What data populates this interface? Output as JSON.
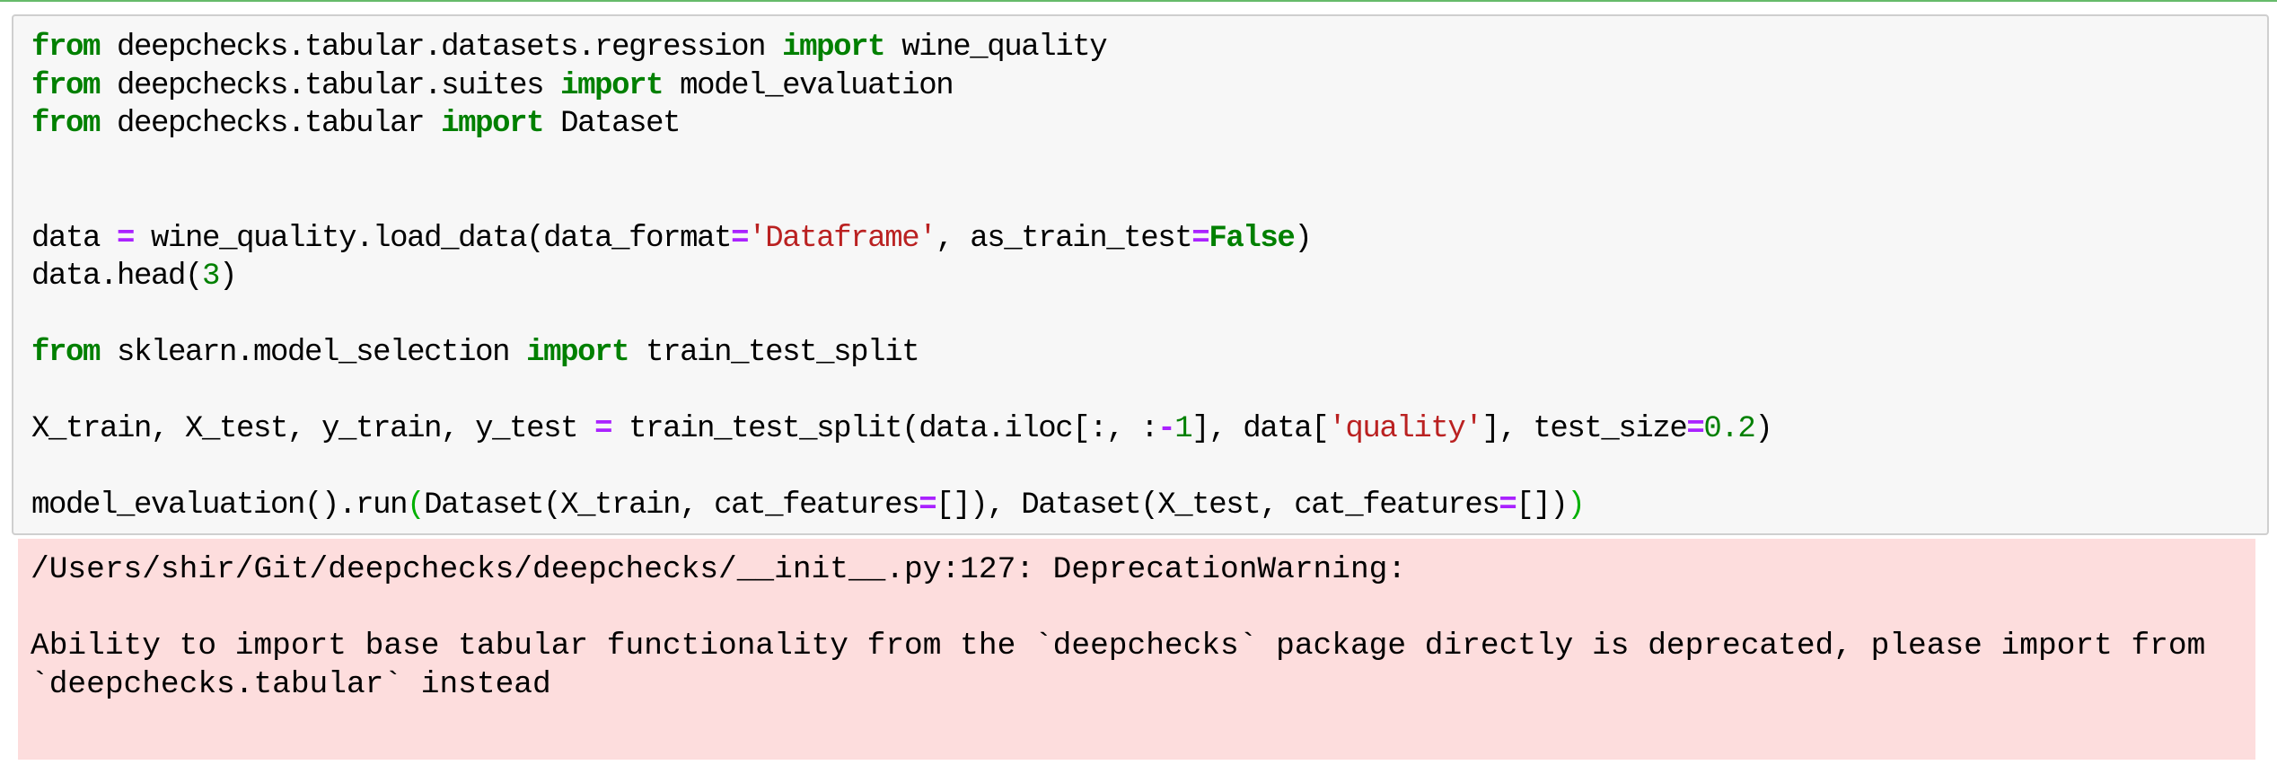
{
  "notebook": {
    "cell": {
      "type": "code",
      "lines": [
        {
          "tokens": [
            [
              "kw",
              "from"
            ],
            [
              "t",
              " deepchecks.tabular.datasets.regression "
            ],
            [
              "kw",
              "import"
            ],
            [
              "t",
              " wine_quality"
            ]
          ]
        },
        {
          "tokens": [
            [
              "kw",
              "from"
            ],
            [
              "t",
              " deepchecks.tabular.suites "
            ],
            [
              "kw",
              "import"
            ],
            [
              "t",
              " model_evaluation"
            ]
          ]
        },
        {
          "tokens": [
            [
              "kw",
              "from"
            ],
            [
              "t",
              " deepchecks.tabular "
            ],
            [
              "kw",
              "import"
            ],
            [
              "t",
              " Dataset"
            ]
          ]
        },
        {
          "tokens": []
        },
        {
          "tokens": []
        },
        {
          "tokens": [
            [
              "t",
              "data "
            ],
            [
              "op",
              "="
            ],
            [
              "t",
              " wine_quality.load_data(data_format"
            ],
            [
              "op",
              "="
            ],
            [
              "str",
              "'Dataframe'"
            ],
            [
              "t",
              ", as_train_test"
            ],
            [
              "op",
              "="
            ],
            [
              "kw",
              "False"
            ],
            [
              "t",
              ")"
            ]
          ]
        },
        {
          "tokens": [
            [
              "t",
              "data.head("
            ],
            [
              "num",
              "3"
            ],
            [
              "t",
              ")"
            ]
          ]
        },
        {
          "tokens": []
        },
        {
          "tokens": [
            [
              "kw",
              "from"
            ],
            [
              "t",
              " sklearn.model_selection "
            ],
            [
              "kw",
              "import"
            ],
            [
              "t",
              " train_test_split"
            ]
          ]
        },
        {
          "tokens": []
        },
        {
          "tokens": [
            [
              "t",
              "X_train, X_test, y_train, y_test "
            ],
            [
              "op",
              "="
            ],
            [
              "t",
              " train_test_split(data.iloc[:, :"
            ],
            [
              "op",
              "-"
            ],
            [
              "num",
              "1"
            ],
            [
              "t",
              "], data["
            ],
            [
              "str",
              "'quality'"
            ],
            [
              "t",
              "], test_size"
            ],
            [
              "op",
              "="
            ],
            [
              "num",
              "0.2"
            ],
            [
              "t",
              ")"
            ]
          ]
        },
        {
          "tokens": []
        },
        {
          "tokens": [
            [
              "t",
              "model_evaluation().run"
            ],
            [
              "match",
              "("
            ],
            [
              "t",
              "Dataset(X_train, cat_features"
            ],
            [
              "op",
              "="
            ],
            [
              "t",
              "[]), Dataset(X_test, cat_features"
            ],
            [
              "op",
              "="
            ],
            [
              "t",
              "[])"
            ],
            [
              "match",
              ")"
            ]
          ]
        }
      ]
    },
    "output": {
      "stream": "stderr",
      "text": "/Users/shir/Git/deepchecks/deepchecks/__init__.py:127: DeprecationWarning:\n\nAbility to import base tabular functionality from the `deepchecks` package directly is deprecated, please import from\n`deepchecks.tabular` instead"
    }
  },
  "colors": {
    "keyword": "#008000",
    "operator": "#aa22ff",
    "string": "#ba2121",
    "number": "#008000",
    "bracket_match": "#00b000",
    "cell_bg": "#f7f7f7",
    "cell_border": "#cfcfcf",
    "stderr_bg": "#fddddd",
    "selected_rule": "#66bb6a"
  }
}
